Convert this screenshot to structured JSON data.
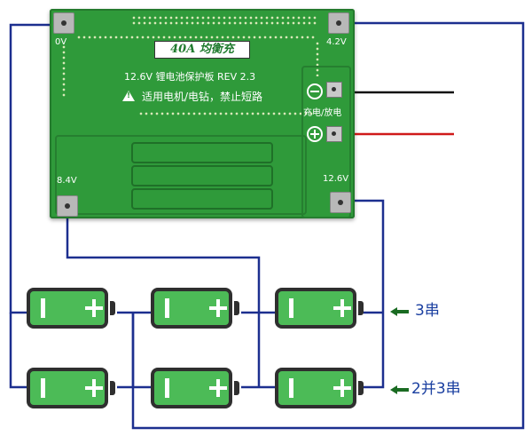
{
  "board": {
    "model": "40A 均衡充",
    "title_line": "12.6V 锂电池保护板 REV 2.3",
    "warning_line": "适用电机/电钻，禁止短路",
    "charge_discharge_label": "充电/放电"
  },
  "pads": {
    "v0": "0V",
    "v4_2": "4.2V",
    "v8_4": "8.4V",
    "v12_6": "12.6V"
  },
  "configurations": {
    "series": "3串",
    "parallel_series": "2并3串"
  },
  "colors": {
    "board_green": "#2f9a3a",
    "battery_green": "#4cbb57",
    "wire_blue": "#1c2f8f",
    "wire_red": "#d01a1a",
    "wire_black": "#111111",
    "arrow_green": "#1a6b22"
  },
  "cells": {
    "row1": [
      {
        "neg": "-",
        "pos": "+"
      },
      {
        "neg": "-",
        "pos": "+"
      },
      {
        "neg": "-",
        "pos": "+"
      }
    ],
    "row2": [
      {
        "neg": "-",
        "pos": "+"
      },
      {
        "neg": "-",
        "pos": "+"
      },
      {
        "neg": "-",
        "pos": "+"
      }
    ]
  }
}
